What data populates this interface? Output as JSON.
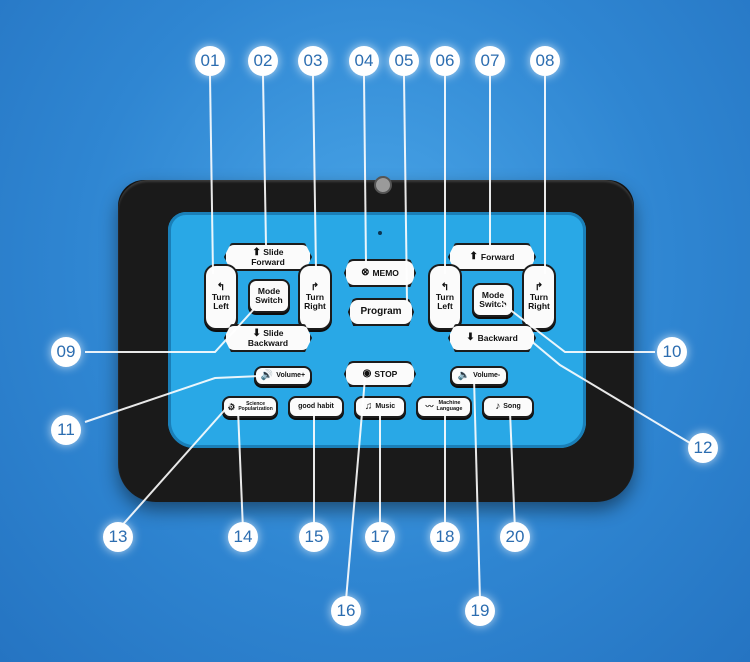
{
  "callouts": [
    "01",
    "02",
    "03",
    "04",
    "05",
    "06",
    "07",
    "08",
    "09",
    "10",
    "11",
    "12",
    "13",
    "14",
    "15",
    "16",
    "17",
    "18",
    "19",
    "20"
  ],
  "keys": {
    "slide_forward_a": "Slide",
    "slide_forward_b": "Forward",
    "turn_left_a": "Turn",
    "turn_left_b": "Left",
    "mode_switch_a": "Mode",
    "mode_switch_b": "Switch",
    "turn_right_a": "Turn",
    "turn_right_b": "Right",
    "slide_backward_a": "Slide",
    "slide_backward_b": "Backward",
    "memo": "MEMO",
    "program": "Program",
    "stop": "STOP",
    "forward": "Forward",
    "backward": "Backward",
    "volume_up": "Volume+",
    "volume_down": "Volume-",
    "science_a": "Science",
    "science_b": "Popularization",
    "good_habit": "good habit",
    "music": "Music",
    "machine_a": "Machine",
    "machine_b": "Language",
    "song": "Song"
  },
  "icons": {
    "arrow_up": "arrow-up-icon",
    "arrow_down": "arrow-down-icon",
    "turn_left": "turn-left-icon",
    "turn_right": "turn-right-icon",
    "memo": "memo-icon",
    "stop": "stop-icon",
    "speaker": "speaker-icon",
    "gear": "gear-icon",
    "music_note": "music-note-icon",
    "waveform": "waveform-icon"
  },
  "colors": {
    "background": "#2f86d2",
    "panel": "#29a8e6",
    "body": "#1a1a1a",
    "callout_text": "#2c6db0"
  }
}
